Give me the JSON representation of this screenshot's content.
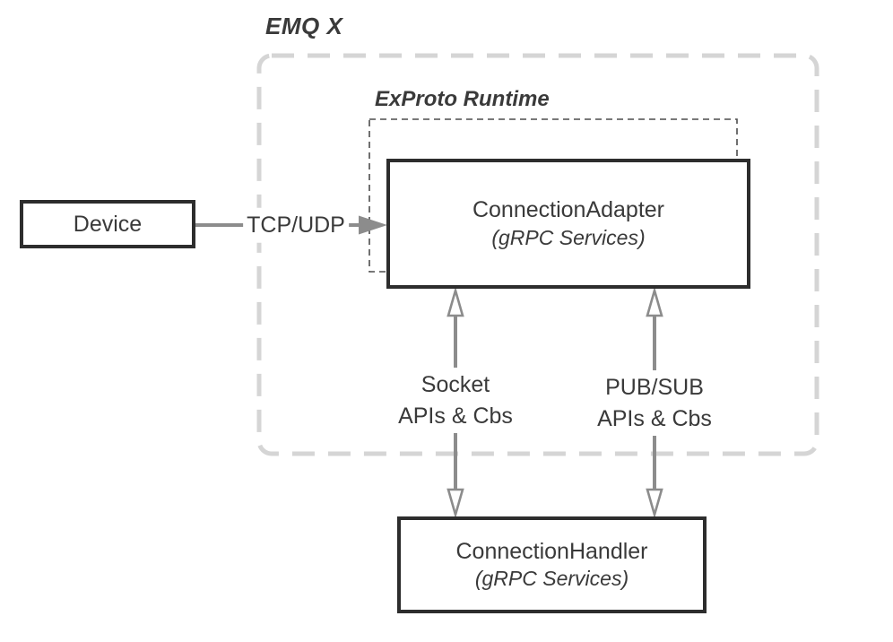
{
  "diagram": {
    "outer_container": {
      "label": "EMQ X"
    },
    "runtime_region": {
      "label": "ExProto Runtime"
    },
    "nodes": {
      "device": {
        "label": "Device"
      },
      "connection_adapter": {
        "title": "ConnectionAdapter",
        "subtitle": "(gRPC Services)"
      },
      "connection_handler": {
        "title": "ConnectionHandler",
        "subtitle": "(gRPC Services)"
      }
    },
    "edges": {
      "tcp_udp": {
        "label": "TCP/UDP",
        "direction": "right"
      },
      "socket": {
        "label_line1": "Socket",
        "label_line2": "APIs & Cbs",
        "direction": "both"
      },
      "pubsub": {
        "label_line1": "PUB/SUB",
        "label_line2": "APIs & Cbs",
        "direction": "both"
      }
    },
    "colors": {
      "background": "#ffffff",
      "box_border": "#2d2d2d",
      "text": "#3a3a3a",
      "arrow": "#8c8c8c",
      "outer_dashed_border": "#d5d5d5",
      "inner_dashed_border": "#4d4d4d"
    }
  }
}
